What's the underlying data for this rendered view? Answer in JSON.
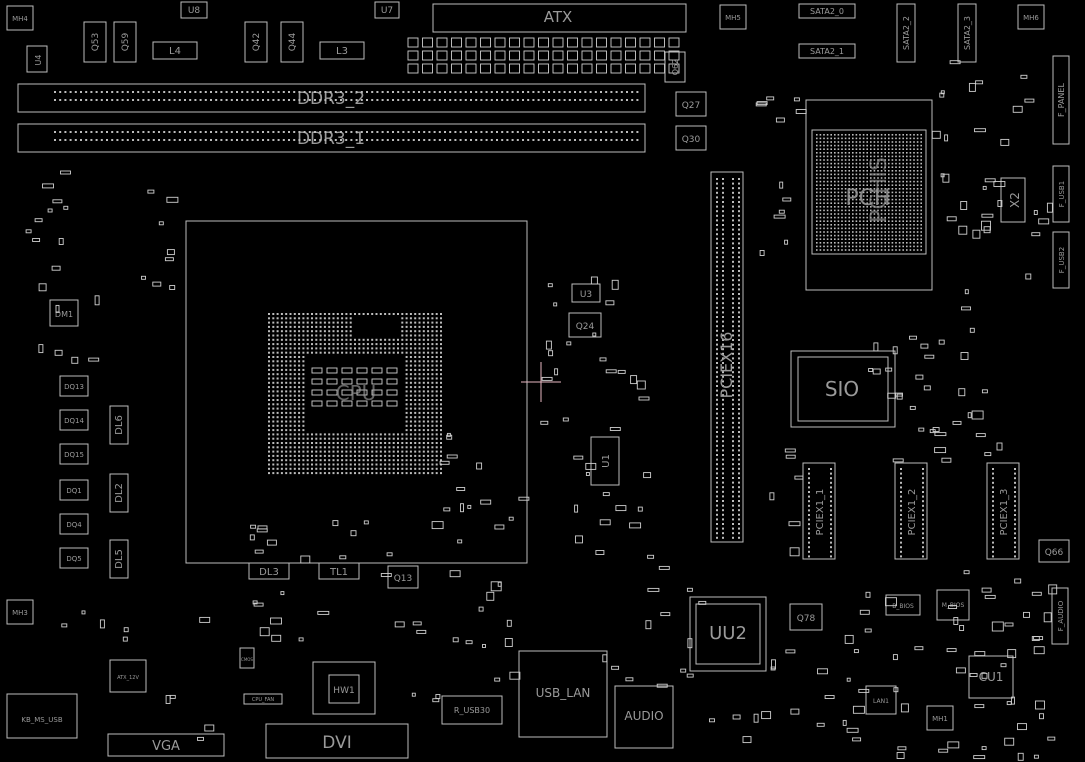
{
  "labels": {
    "atx": "ATX",
    "ddr3_2": "DDR3_2",
    "ddr3_1": "DDR3_1",
    "cpu": "CPU",
    "pch": "PCH",
    "pch_alt": "PCHIS",
    "sio": "SIO",
    "pciex16": "PCIEX16",
    "pciex1_1": "PCIEX1_1",
    "pciex1_2": "PCIEX1_2",
    "pciex1_3": "PCIEX1_3",
    "uu2": "UU2",
    "cu1": "CU1",
    "dvi": "DVI",
    "vga": "VGA",
    "usb_lan": "USB_LAN",
    "audio": "AUDIO",
    "x2": "X2",
    "f_panel": "F_PANEL",
    "f_usb1": "F_USB1",
    "f_usb2": "F_USB2",
    "f_audio": "F_AUDIO",
    "sata2_0": "SATA2_0",
    "sata2_1": "SATA2_1",
    "sata2_2": "SATA2_2",
    "sata2_3": "SATA2_3",
    "kb_ms_usb": "KB_MS_USB",
    "r_usb30": "R_USB30",
    "b_bios": "B_BIOS",
    "m_bios": "M_BIOS",
    "atx_12v": "ATX_12V",
    "cpu_fan": "CPU_FAN",
    "l4": "L4",
    "l3": "L3",
    "u4": "U4",
    "u8": "U8",
    "u7": "U7",
    "u3": "U3",
    "u1": "U1",
    "q53": "Q53",
    "q59": "Q59",
    "q42": "Q42",
    "q44": "Q44",
    "q62": "Q62",
    "q27": "Q27",
    "q30": "Q30",
    "q24": "Q24",
    "q13": "Q13",
    "q78": "Q78",
    "q66": "Q66",
    "mh5": "MH5",
    "mh6": "MH6",
    "mh4": "MH4",
    "mh3": "MH3",
    "mh1": "MH1",
    "dm1": "DM1",
    "dq13": "DQ13",
    "dq14": "DQ14",
    "dq15": "DQ15",
    "dq1": "DQ1",
    "dq4": "DQ4",
    "dq5": "DQ5",
    "dl6": "DL6",
    "dl2": "DL2",
    "dl5": "DL5",
    "dl3": "DL3",
    "tl1": "TL1",
    "hw1": "HW1",
    "lan1": "LAN1",
    "cmos": "CMOS"
  }
}
